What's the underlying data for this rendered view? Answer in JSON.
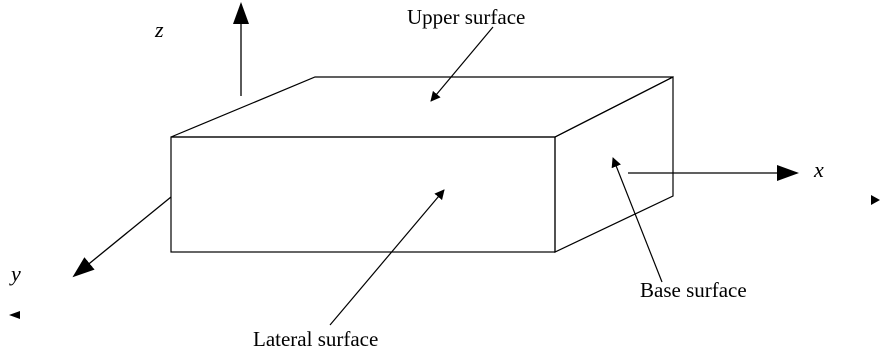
{
  "labels": {
    "upper_surface": "Upper surface",
    "base_surface": "Base surface",
    "lateral_surface": "Lateral surface"
  },
  "axes": {
    "x": "x",
    "y": "y",
    "z": "z"
  }
}
